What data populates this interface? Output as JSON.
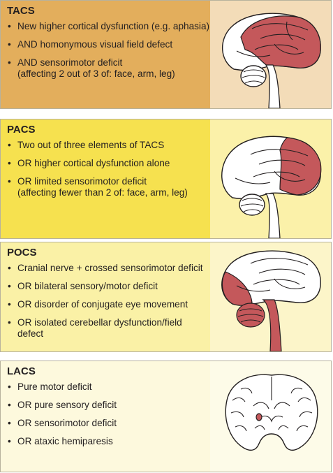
{
  "panels": [
    {
      "title": "TACS",
      "items": [
        {
          "text": "New higher cortical dysfunction (e.g. aphasia)"
        },
        {
          "text": "AND homonymous visual field defect"
        },
        {
          "text": "AND sensorimotor deficit",
          "sub": "(affecting 2 out of 3 of: face, arm, leg)"
        }
      ],
      "colors": {
        "text_bg": "#e3ae5c",
        "image_bg": "#f3dcb8"
      }
    },
    {
      "title": "PACS",
      "items": [
        {
          "text": "Two out of three elements of TACS"
        },
        {
          "text": "OR higher cortical dysfunction alone"
        },
        {
          "text": "OR limited sensorimotor deficit",
          "sub": "(affecting fewer than 2 of: face, arm, leg)"
        }
      ],
      "colors": {
        "text_bg": "#f6e14f",
        "image_bg": "#fbf1a9"
      }
    },
    {
      "title": "POCS",
      "items": [
        {
          "text": "Cranial nerve + crossed sensorimotor deficit"
        },
        {
          "text": "OR bilateral sensory/motor deficit"
        },
        {
          "text": "OR disorder of conjugate eye movement"
        },
        {
          "text": "OR isolated cerebellar dysfunction/field defect"
        }
      ],
      "colors": {
        "text_bg": "#faf1a6",
        "image_bg": "#fcf5c9"
      }
    },
    {
      "title": "LACS",
      "items": [
        {
          "text": "Pure motor deficit"
        },
        {
          "text": "OR pure sensory deficit"
        },
        {
          "text": "OR sensorimotor deficit"
        },
        {
          "text": "OR ataxic hemiparesis"
        }
      ],
      "colors": {
        "text_bg": "#fdf9dd",
        "image_bg": "#fdfbe8"
      }
    }
  ],
  "colors": {
    "highlight": "#c4585b",
    "brain_fill": "#ffffff",
    "outline": "#231f20"
  },
  "icons": [
    "brain-sagittal-frontoparietal-icon",
    "brain-sagittal-partial-icon",
    "brain-sagittal-posterior-icon",
    "brain-coronal-lacunar-icon"
  ]
}
